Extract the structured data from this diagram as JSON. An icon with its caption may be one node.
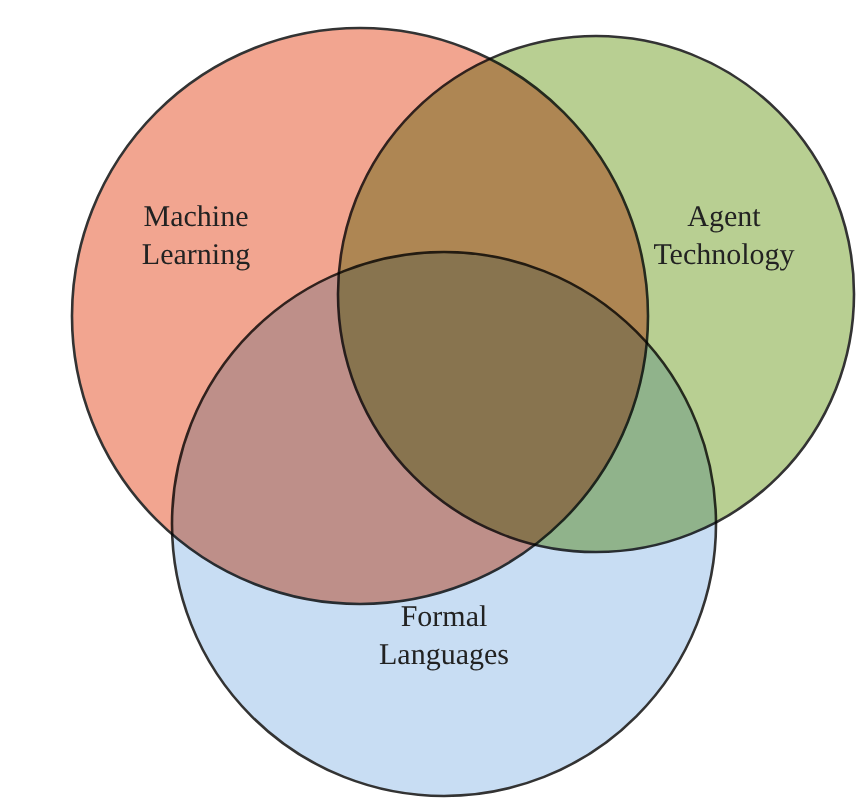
{
  "diagram": {
    "nodes": [
      {
        "text": [
          "Machine Learning"
        ]
      },
      {
        "text": [
          "Agent Technology"
        ]
      },
      {
        "text": [
          "Formal Languages"
        ]
      }
    ]
  }
}
